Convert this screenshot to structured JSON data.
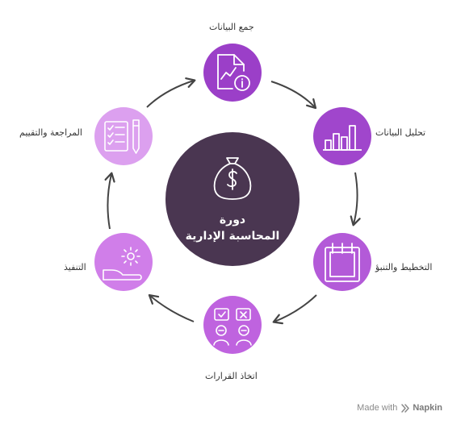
{
  "center": {
    "title_line1": "دورة",
    "title_line2": "المحاسبة الإدارية",
    "icon": "money-bag-icon",
    "color": "#4a3651"
  },
  "stages": {
    "data_collection": {
      "label": "جمع البيانات",
      "icon": "report-info-icon",
      "color": "#9b3fc8"
    },
    "data_analysis": {
      "label": "تحليل البيانات",
      "icon": "bar-chart-icon",
      "color": "#a046cc"
    },
    "planning_forecasting": {
      "label": "التخطيط والتنبؤ",
      "icon": "calendar-icon",
      "color": "#b35ad8"
    },
    "decision_making": {
      "label": "اتخاذ القرارات",
      "icon": "decision-people-icon",
      "color": "#bf63df"
    },
    "implementation": {
      "label": "التنفيذ",
      "icon": "gear-hand-icon",
      "color": "#d07ee9"
    },
    "review_evaluation": {
      "label": "المراجعة والتقييم",
      "icon": "checklist-pen-icon",
      "color": "#dca0ef"
    }
  },
  "footer": {
    "made_with": "Made with",
    "brand": "Napkin"
  }
}
